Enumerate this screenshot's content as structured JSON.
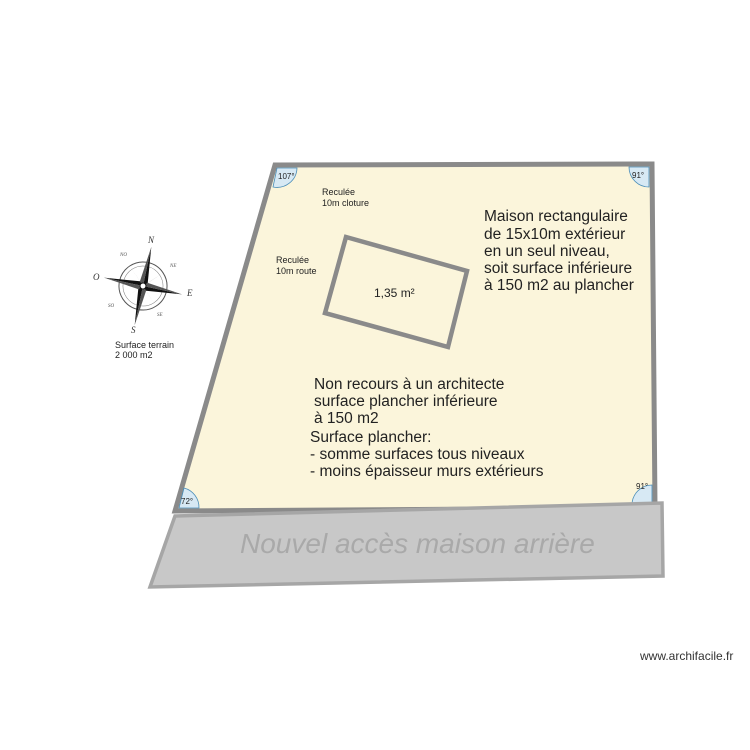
{
  "plot": {
    "corner_angles": [
      "107°",
      "91°",
      "72°",
      "91°"
    ]
  },
  "labels": {
    "setback_fence": [
      "Reculée",
      "10m cloture"
    ],
    "setback_road": [
      "Reculée",
      "10m route"
    ],
    "house_area": "1,35 m²",
    "house_description": [
      "Maison rectangulaire",
      "de 15x10m extérieur",
      "en un seul niveau,",
      "soit surface inférieure",
      "à 150 m2 au plancher"
    ],
    "architect_note": [
      "Non recours à un architecte",
      "surface plancher inférieure",
      "à 150 m2"
    ],
    "floor_area_note": [
      "Surface plancher:",
      "- somme surfaces tous niveaux",
      "- moins épaisseur murs extérieurs"
    ],
    "land_area": [
      "Surface terrain",
      "2 000 m2"
    ],
    "road_access": "Nouvel accès maison arrière",
    "watermark": "www.archifacile.fr"
  },
  "compass": {
    "north": "N",
    "south": "S",
    "east": "E",
    "west": "O",
    "ne": "NE",
    "nw": "NO",
    "se": "SE",
    "sw": "SO"
  },
  "colors": {
    "plot_fill": "#fbf5db",
    "wall": "#8a8a8a",
    "road_fill": "#c8c8c8",
    "angle_fill": "#d7e9f4",
    "angle_stroke": "#4a8db8"
  }
}
